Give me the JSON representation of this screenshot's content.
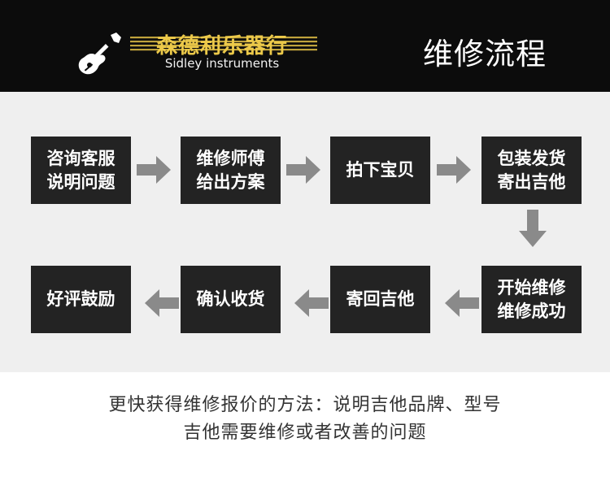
{
  "header": {
    "brand_name": "森德利乐器行",
    "brand_subtitle": "Sidley instruments",
    "page_title": "维修流程",
    "logo_icon": "guitar-icon"
  },
  "colors": {
    "header_bg": "#0c0c0c",
    "brand_gold": "#ecc94a",
    "step_bg": "#232323",
    "arrow_gray": "#8a8a8a",
    "flow_bg": "#efefef"
  },
  "steps": [
    "咨询客服\n说明问题",
    "维修师傅\n给出方案",
    "拍下宝贝",
    "包装发货\n寄出吉他",
    "开始维修\n维修成功",
    "寄回吉他",
    "确认收货",
    "好评鼓励"
  ],
  "notes": [
    "更快获得维修报价的方法：说明吉他品牌、型号",
    "吉他需要维修或者改善的问题"
  ]
}
